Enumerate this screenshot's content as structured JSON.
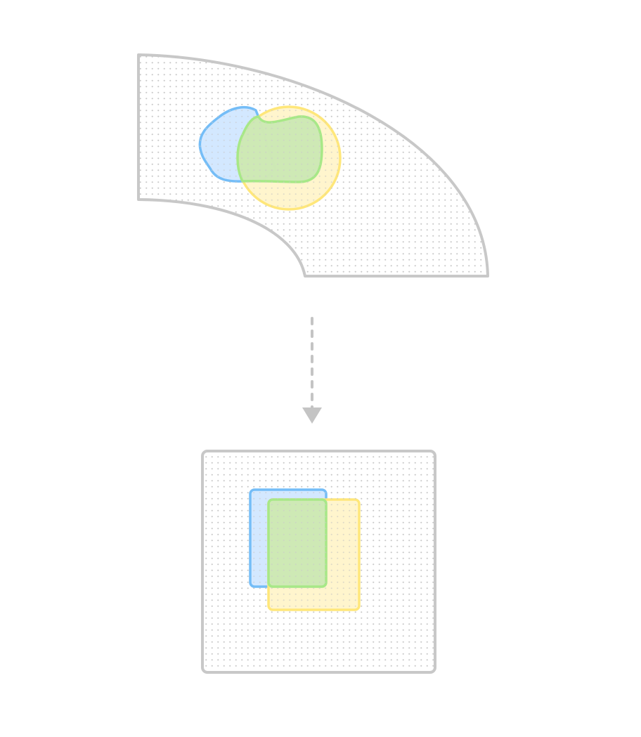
{
  "colors": {
    "background": "#ffffff",
    "outline": "#c8c8c8",
    "dot": "#c9c9c9",
    "blue_fill": "#cfe6ff",
    "blue_stroke": "#74bdf7",
    "yellow_fill": "#fff3c4",
    "yellow_stroke": "#ffe77a",
    "green_fill": "#cbe8b3",
    "green_stroke": "#a7e887",
    "arrow": "#c4c4c4"
  },
  "elements": {
    "source_shape": "curved-annular-sector",
    "target_shape": "square-grid",
    "transform_arrow": "dashed-arrow-down",
    "regions": [
      "blue-region",
      "yellow-region",
      "green-intersection-region"
    ]
  }
}
